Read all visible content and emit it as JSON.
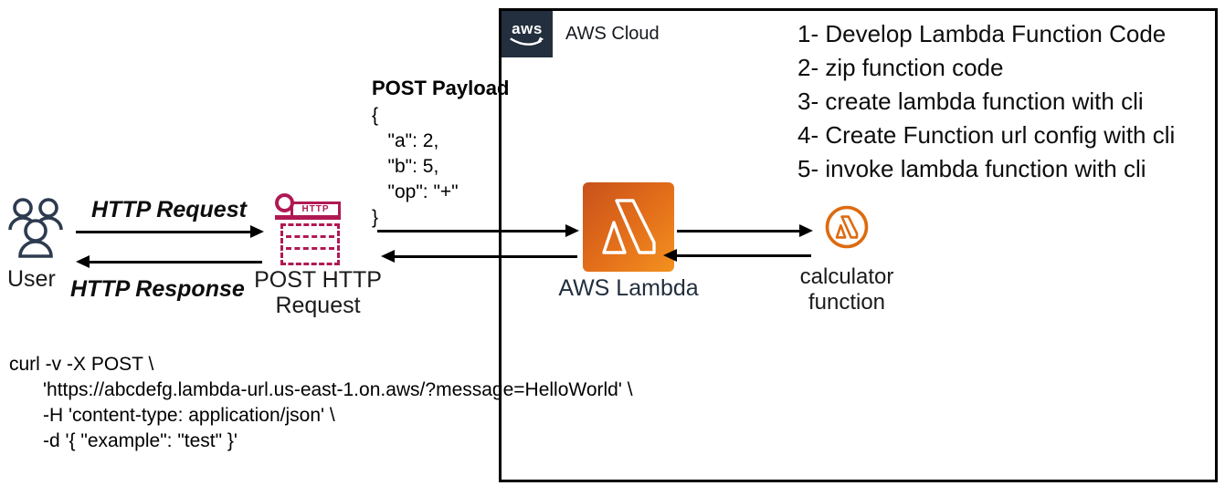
{
  "colors": {
    "post_icon_pink": "#b01953",
    "lambda_gradient_start": "#c8511b",
    "lambda_gradient_end": "#ff9900",
    "resource_orange": "#dd6b10",
    "aws_navy": "#232f3e"
  },
  "user": {
    "label": "User"
  },
  "flows": {
    "request_label": "HTTP Request",
    "response_label": "HTTP Response"
  },
  "post_icon": {
    "banner": "HTTP",
    "label": "POST HTTP Request"
  },
  "payload": {
    "title": "POST Payload",
    "lines": [
      "{",
      "   \"a\": 2,",
      "   \"b\": 5,",
      "   \"op\": \"+\"",
      "}"
    ]
  },
  "cloud": {
    "logo_text": "aws",
    "label": "AWS Cloud"
  },
  "lambda": {
    "label": "AWS Lambda"
  },
  "calculator": {
    "label": "calculator function"
  },
  "steps": [
    "1- Develop Lambda Function Code",
    "2- zip function code",
    "3- create lambda function with cli",
    "4- Create Function url config with cli",
    "5- invoke lambda function with cli"
  ],
  "curl": {
    "lines": [
      "curl -v -X POST \\",
      "'https://abcdefg.lambda-url.us-east-1.on.aws/?message=HelloWorld' \\",
      "-H 'content-type: application/json' \\",
      "-d '{ \"example\": \"test\" }'"
    ]
  }
}
